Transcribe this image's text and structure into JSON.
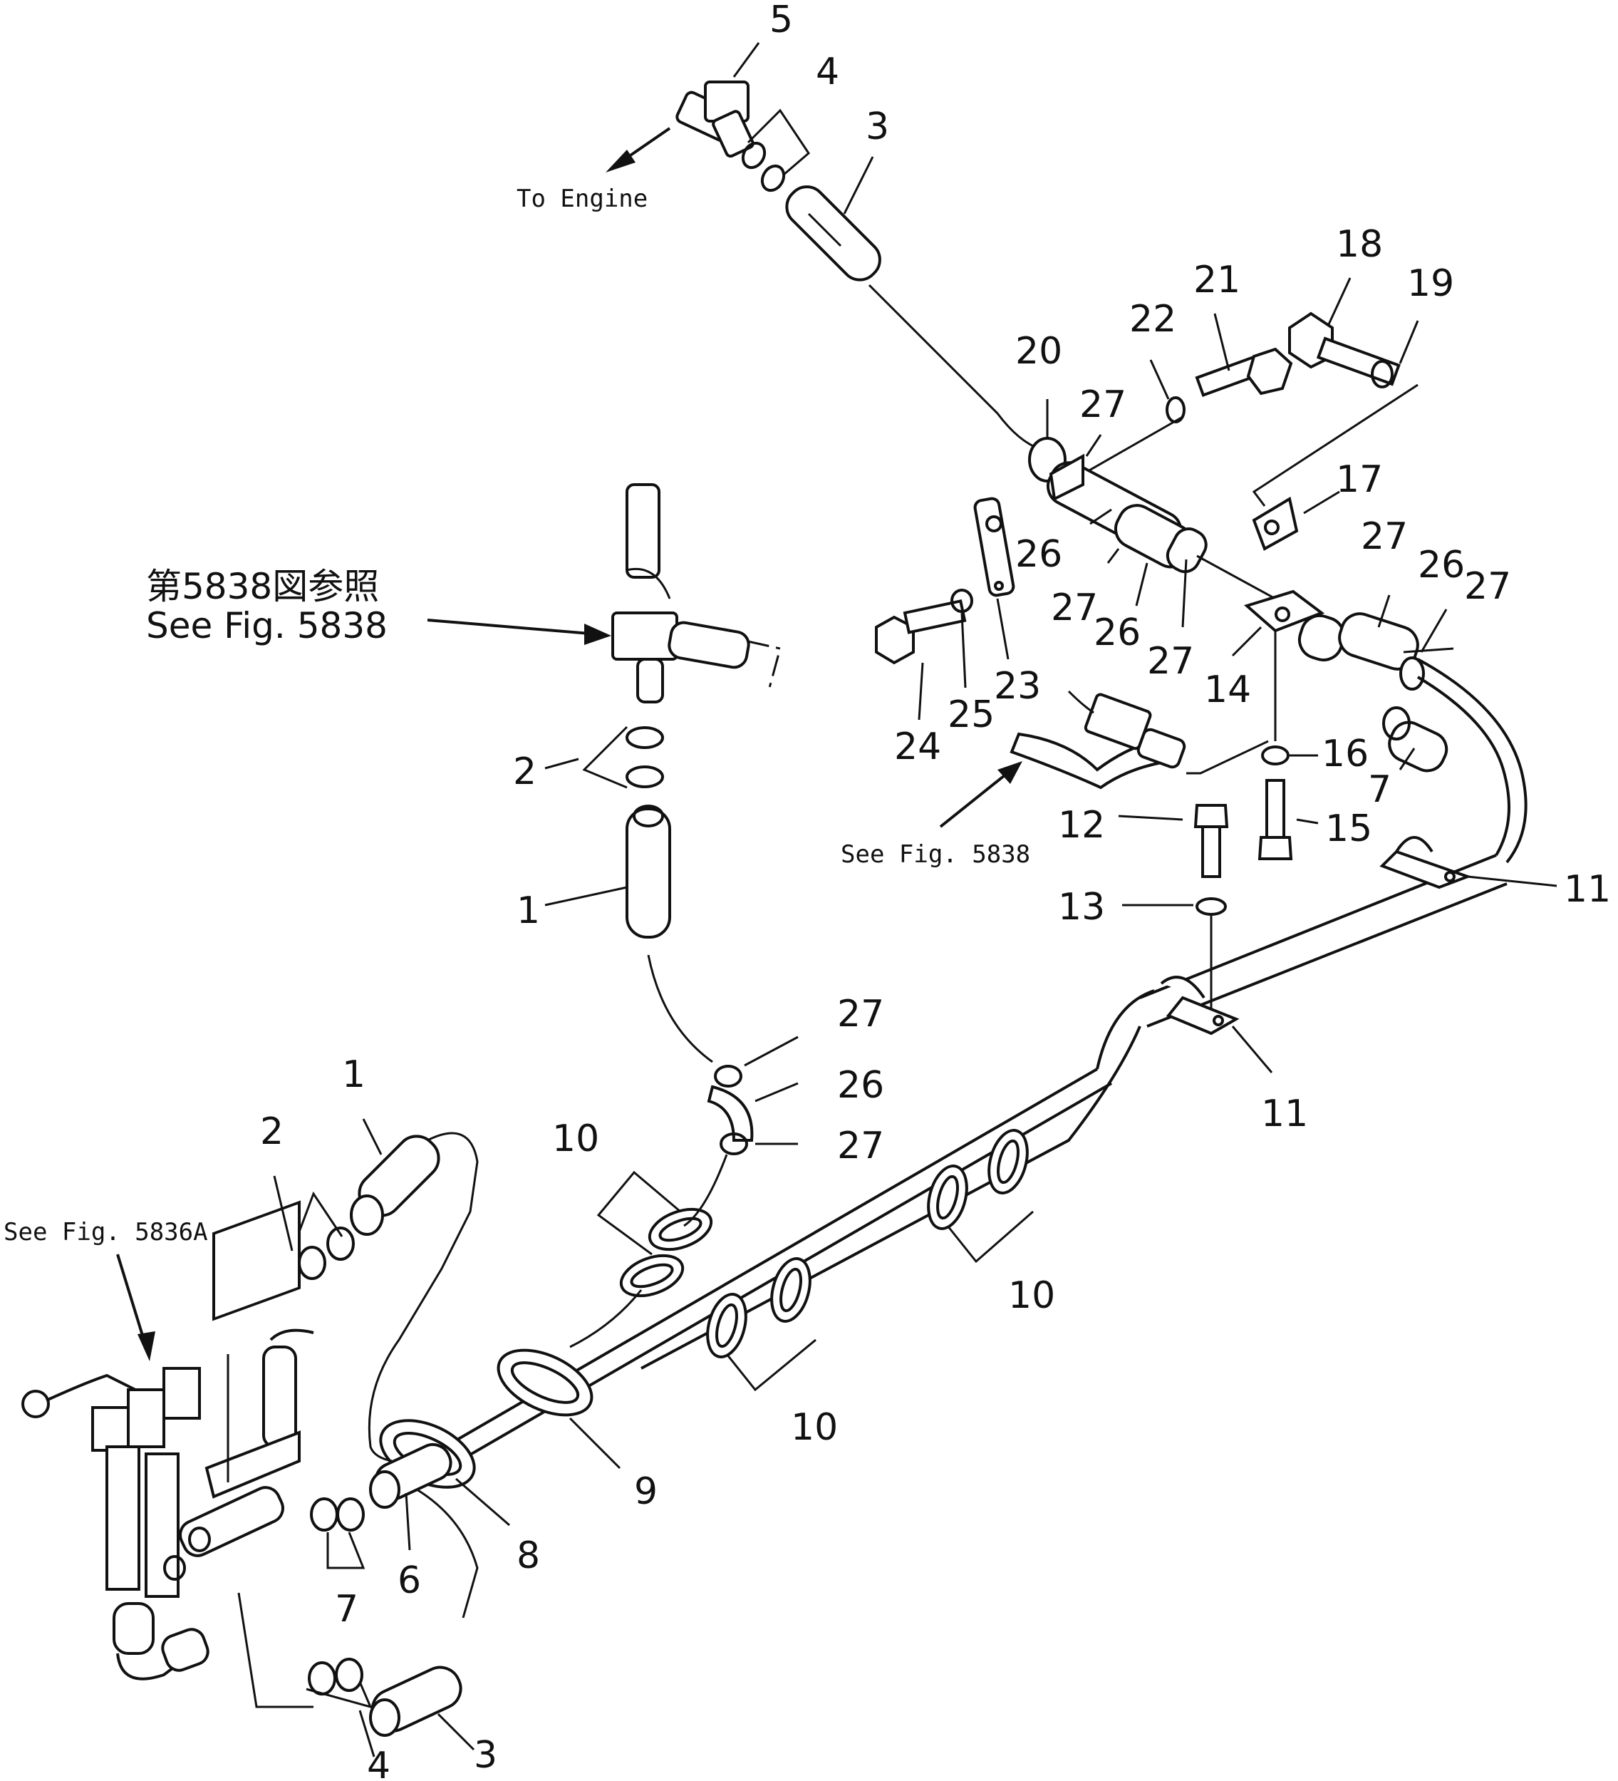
{
  "notes": {
    "to_engine": "To Engine",
    "ref_jp": "第5838図参照",
    "ref_en_main": "See  Fig. 5838",
    "ref_en_small": "See  Fig. 5838",
    "ref_5836a": "See  Fig. 5836A"
  },
  "labels": [
    {
      "id": "n5",
      "text": "5"
    },
    {
      "id": "n4a",
      "text": "4"
    },
    {
      "id": "n3a",
      "text": "3"
    },
    {
      "id": "n18",
      "text": "18"
    },
    {
      "id": "n21",
      "text": "21"
    },
    {
      "id": "n19",
      "text": "19"
    },
    {
      "id": "n22",
      "text": "22"
    },
    {
      "id": "n20",
      "text": "20"
    },
    {
      "id": "n27a",
      "text": "27"
    },
    {
      "id": "n17",
      "text": "17"
    },
    {
      "id": "n26a",
      "text": "26"
    },
    {
      "id": "n27b",
      "text": "27"
    },
    {
      "id": "n26b",
      "text": "26"
    },
    {
      "id": "n27c",
      "text": "27"
    },
    {
      "id": "n27d",
      "text": "27"
    },
    {
      "id": "n26c",
      "text": "26"
    },
    {
      "id": "n27e",
      "text": "27"
    },
    {
      "id": "n14",
      "text": "14"
    },
    {
      "id": "n23",
      "text": "23"
    },
    {
      "id": "n24",
      "text": "24"
    },
    {
      "id": "n25",
      "text": "25"
    },
    {
      "id": "n16",
      "text": "16"
    },
    {
      "id": "n7a",
      "text": "7"
    },
    {
      "id": "n12",
      "text": "12"
    },
    {
      "id": "n15",
      "text": "15"
    },
    {
      "id": "n13",
      "text": "13"
    },
    {
      "id": "n11a",
      "text": "11"
    },
    {
      "id": "n11b",
      "text": "11"
    },
    {
      "id": "n2a",
      "text": "2"
    },
    {
      "id": "n1a",
      "text": "1"
    },
    {
      "id": "n27f",
      "text": "27"
    },
    {
      "id": "n26d",
      "text": "26"
    },
    {
      "id": "n27g",
      "text": "27"
    },
    {
      "id": "n10a",
      "text": "10"
    },
    {
      "id": "n10b",
      "text": "10"
    },
    {
      "id": "n10c",
      "text": "10"
    },
    {
      "id": "n1b",
      "text": "1"
    },
    {
      "id": "n2b",
      "text": "2"
    },
    {
      "id": "n9",
      "text": "9"
    },
    {
      "id": "n8",
      "text": "8"
    },
    {
      "id": "n6",
      "text": "6"
    },
    {
      "id": "n7b",
      "text": "7"
    },
    {
      "id": "n3b",
      "text": "3"
    },
    {
      "id": "n4b",
      "text": "4"
    }
  ]
}
